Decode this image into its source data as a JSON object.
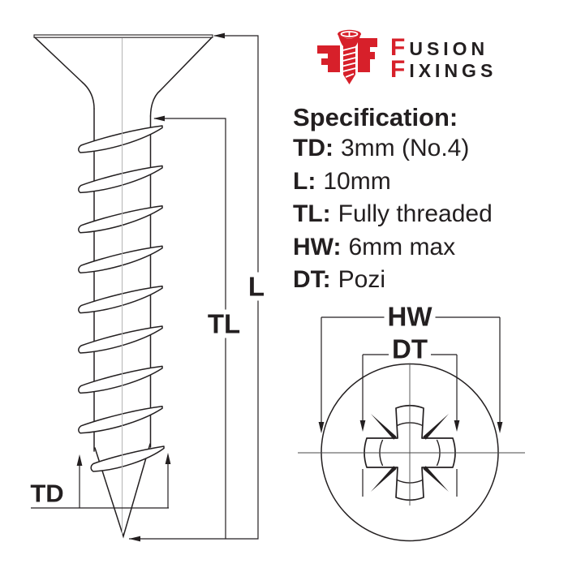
{
  "logo": {
    "icon": "fusion-fixings-screw-logo-icon",
    "words": [
      {
        "initial": "F",
        "rest": "USION"
      },
      {
        "initial": "F",
        "rest": "IXINGS"
      }
    ]
  },
  "specification": {
    "heading": "Specification:",
    "items": [
      {
        "label": "TD:",
        "value": "3mm (No.4)"
      },
      {
        "label": "L:",
        "value": "10mm"
      },
      {
        "label": "TL:",
        "value": "Fully threaded"
      },
      {
        "label": "HW:",
        "value": "6mm max"
      },
      {
        "label": "DT:",
        "value": "Pozi"
      }
    ]
  },
  "side_view_diagram": {
    "dimension_labels": {
      "length": "L",
      "thread_length": "TL",
      "thread_diameter": "TD"
    }
  },
  "head_view_diagram": {
    "dimension_labels": {
      "head_width": "HW",
      "drive_type": "DT"
    }
  },
  "colors": {
    "line": "#231f20",
    "centerline": "#b5b5b5",
    "accent_red": "#d7202a",
    "background": "#ffffff"
  }
}
